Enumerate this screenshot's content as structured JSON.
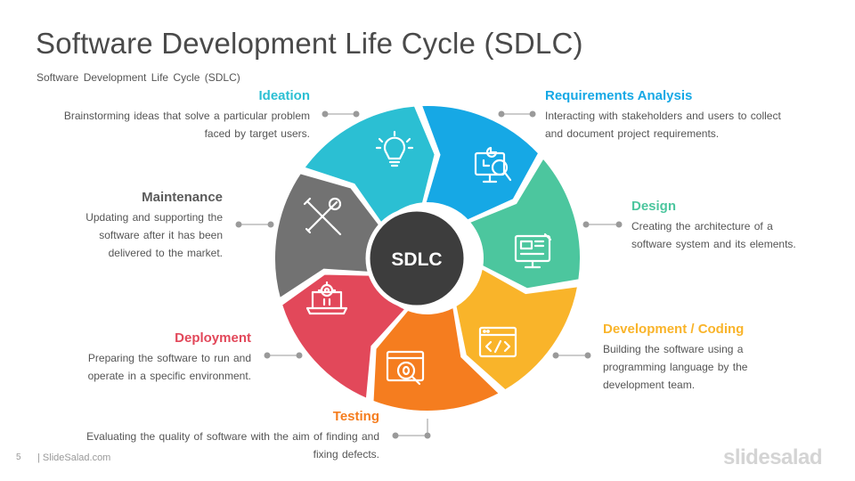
{
  "title": "Software Development Life Cycle (SDLC)",
  "subtitle": "Software Development Life Cycle (SDLC)",
  "center_label": "SDLC",
  "stages": [
    {
      "name": "Ideation",
      "desc1": "Brainstorming  ideas that solve a particular problem",
      "desc2": "faced by target users.",
      "color": "#2bbfd3",
      "icon": "lightbulb-icon"
    },
    {
      "name": "Requirements Analysis",
      "desc1": "Interacting with stakeholders and users to collect",
      "desc2": "and document project requirements.",
      "color": "#16a8e5",
      "icon": "analysis-icon"
    },
    {
      "name": "Design",
      "desc1": "Creating the architecture of a",
      "desc2": "software system and its elements.",
      "color": "#4cc69e",
      "icon": "design-monitor-icon"
    },
    {
      "name": "Development  / Coding",
      "desc1": "Building the software using a",
      "desc2": "programming  language by the",
      "desc3": "development  team.",
      "color": "#f9b42a",
      "icon": "code-window-icon"
    },
    {
      "name": "Testing",
      "desc1": "Evaluating the quality of software with the aim of finding and",
      "desc2": "fixing defects.",
      "color": "#f57d1f",
      "icon": "bug-search-icon"
    },
    {
      "name": "Deployment",
      "desc1": "Preparing the software to run and",
      "desc2": "operate in a specific environment.",
      "color": "#e2485a",
      "icon": "laptop-gear-icon"
    },
    {
      "name": "Maintenance",
      "desc1": "Updating and supporting  the",
      "desc2": "software after it has been",
      "desc3": "delivered to the market.",
      "color": "#727272",
      "icon": "tools-icon"
    }
  ],
  "footer": {
    "page": "5",
    "source": "| SlideSalad.com",
    "brand": "slidesalad"
  },
  "colors": {
    "title": "#4a4a4a",
    "center": "#3a3a3a",
    "connector": "#9a9a9a"
  }
}
